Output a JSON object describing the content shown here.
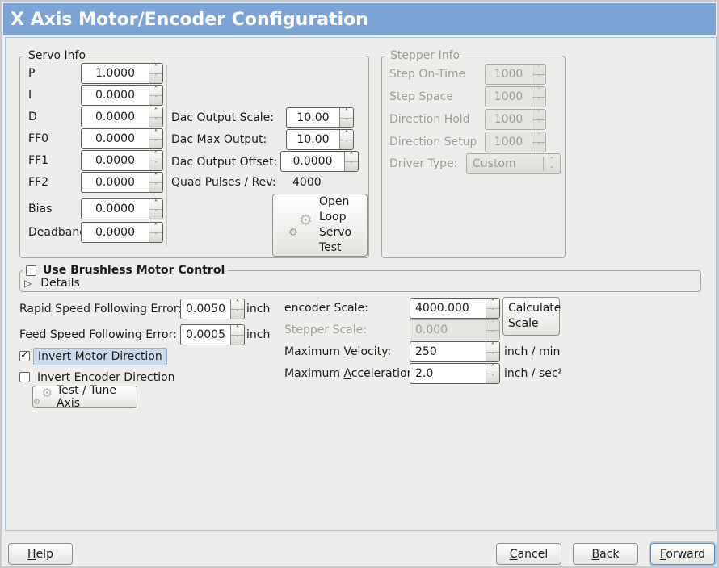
{
  "titlebar": {
    "title": "X Axis Motor/Encoder Configuration"
  },
  "icons": {
    "spin_up": "˄",
    "spin_down": "˅",
    "gear": "⚙",
    "expander_collapsed": "▷",
    "checkmark": "✓",
    "combo_up": "⌃",
    "combo_down": "⌄"
  },
  "servo_info": {
    "title": "Servo Info",
    "params": [
      {
        "label": "P",
        "value": "1.0000"
      },
      {
        "label": "I",
        "value": "0.0000"
      },
      {
        "label": "D",
        "value": "0.0000"
      },
      {
        "label": "FF0",
        "value": "0.0000"
      },
      {
        "label": "FF1",
        "value": "0.0000"
      },
      {
        "label": "FF2",
        "value": "0.0000"
      },
      {
        "label": "Bias",
        "value": "0.0000"
      },
      {
        "label": "Deadband",
        "value": "0.0000"
      }
    ],
    "dac_rows": [
      {
        "label": "Dac Output Scale:",
        "value": "10.00"
      },
      {
        "label": "Dac Max Output:",
        "value": "10.00"
      },
      {
        "label": "Dac Output Offset:",
        "value": "0.0000"
      }
    ],
    "quad_pulses": {
      "label": "Quad Pulses / Rev:",
      "value": "4000"
    },
    "open_loop_test_button": "Open\nLoop\nServo\nTest"
  },
  "stepper_info": {
    "title": "Stepper Info",
    "rows": [
      {
        "label": "Step On-Time",
        "value": "1000"
      },
      {
        "label": "Step Space",
        "value": "1000"
      },
      {
        "label": "Direction Hold",
        "value": "1000"
      },
      {
        "label": "Direction Setup",
        "value": "1000"
      }
    ],
    "driver_type": {
      "label": "Driver Type:",
      "value": "Custom"
    }
  },
  "brushless": {
    "checkbox_label": "Use Brushless Motor Control",
    "details_label": "Details"
  },
  "following_error": {
    "rapid": {
      "label": "Rapid Speed Following Error:",
      "value": "0.0050",
      "unit": "inch"
    },
    "feed": {
      "label": "Feed Speed Following Error:",
      "value": "0.0005",
      "unit": "inch"
    }
  },
  "scales": {
    "encoder": {
      "label": "encoder Scale:",
      "value": "4000.000"
    },
    "stepper": {
      "label": "Stepper Scale:",
      "value": "0.000"
    },
    "calculate_button": "Calculate Scale",
    "velocity": {
      "label_pre": "Maximum ",
      "mnemonic": "V",
      "label_rest": "elocity:",
      "value": "250",
      "unit": "inch / min"
    },
    "acceleration": {
      "label_pre": "Maximum ",
      "mnemonic": "A",
      "label_rest": "cceleration:",
      "value": "2.0",
      "unit": "inch / sec²"
    }
  },
  "direction": {
    "invert_motor": {
      "label": "Invert Motor Direction",
      "checked": true
    },
    "invert_encoder": {
      "label": "Invert Encoder Direction",
      "checked": false
    },
    "test_tune_button": "Test / Tune Axis"
  },
  "action_bar": {
    "help": {
      "mnemonic": "H",
      "rest": "elp"
    },
    "cancel": {
      "mnemonic": "C",
      "rest": "ancel"
    },
    "back": {
      "mnemonic": "B",
      "rest": "ack"
    },
    "forward": {
      "mnemonic": "F",
      "rest": "orward"
    }
  },
  "colors": {
    "titlebar": "#7ba3d5",
    "window_bg": "#eeedeb",
    "content_border": "#a9c0da",
    "focus_highlight": "#ccd9e8"
  }
}
